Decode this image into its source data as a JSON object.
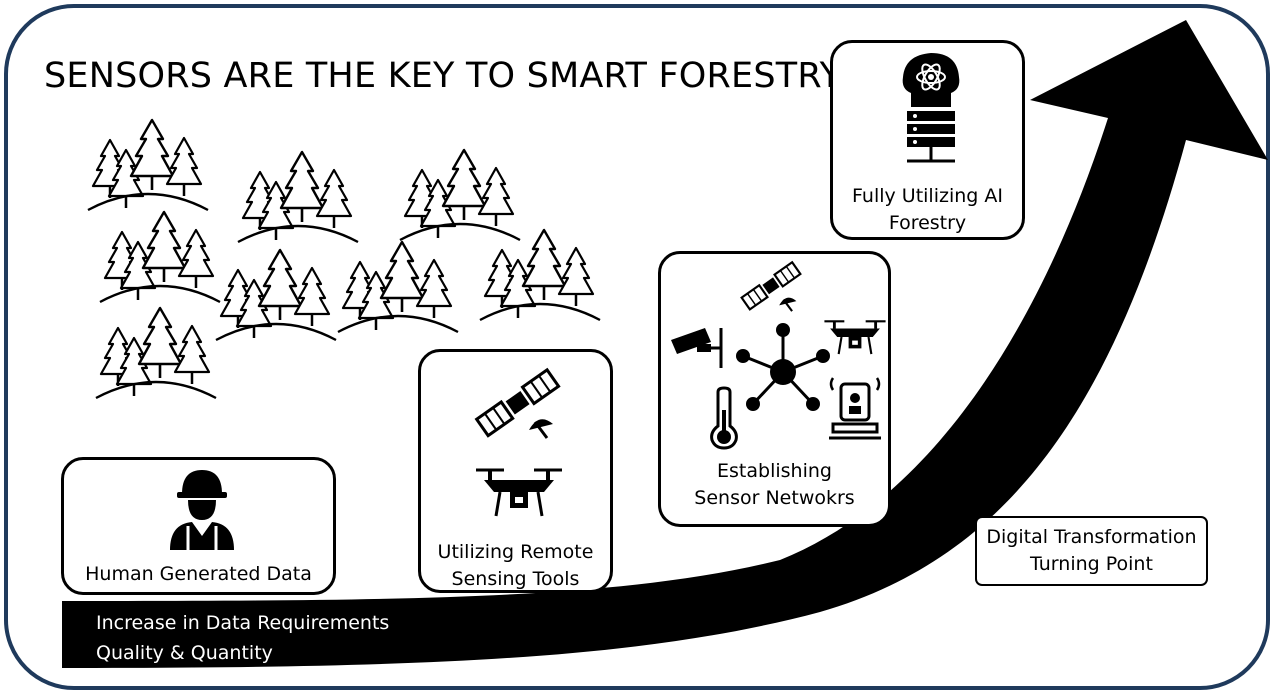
{
  "title": "SENSORS ARE THE KEY TO SMART FORESTRY",
  "arrow": {
    "text": "Increase in Data Requirements\nQuality & Quantity"
  },
  "stages": [
    {
      "label": "Human Generated Data",
      "icons": [
        "worker-icon"
      ]
    },
    {
      "label": "Utilizing Remote\nSensing Tools",
      "icons": [
        "satellite-icon",
        "drone-icon"
      ]
    },
    {
      "label": "Establishing\nSensor Netwokrs",
      "icons": [
        "satellite-icon",
        "security-camera-icon",
        "network-hub-icon",
        "drone-icon",
        "thermometer-icon",
        "sensor-station-icon"
      ]
    },
    {
      "label": "Fully Utilizing AI\nForestry",
      "icons": [
        "ai-head-server-icon"
      ]
    }
  ],
  "turning_point": "Digital Transformation\nTurning Point",
  "colors": {
    "frame": "#1f3a5c",
    "arrow": "#000000",
    "background": "#ffffff"
  }
}
